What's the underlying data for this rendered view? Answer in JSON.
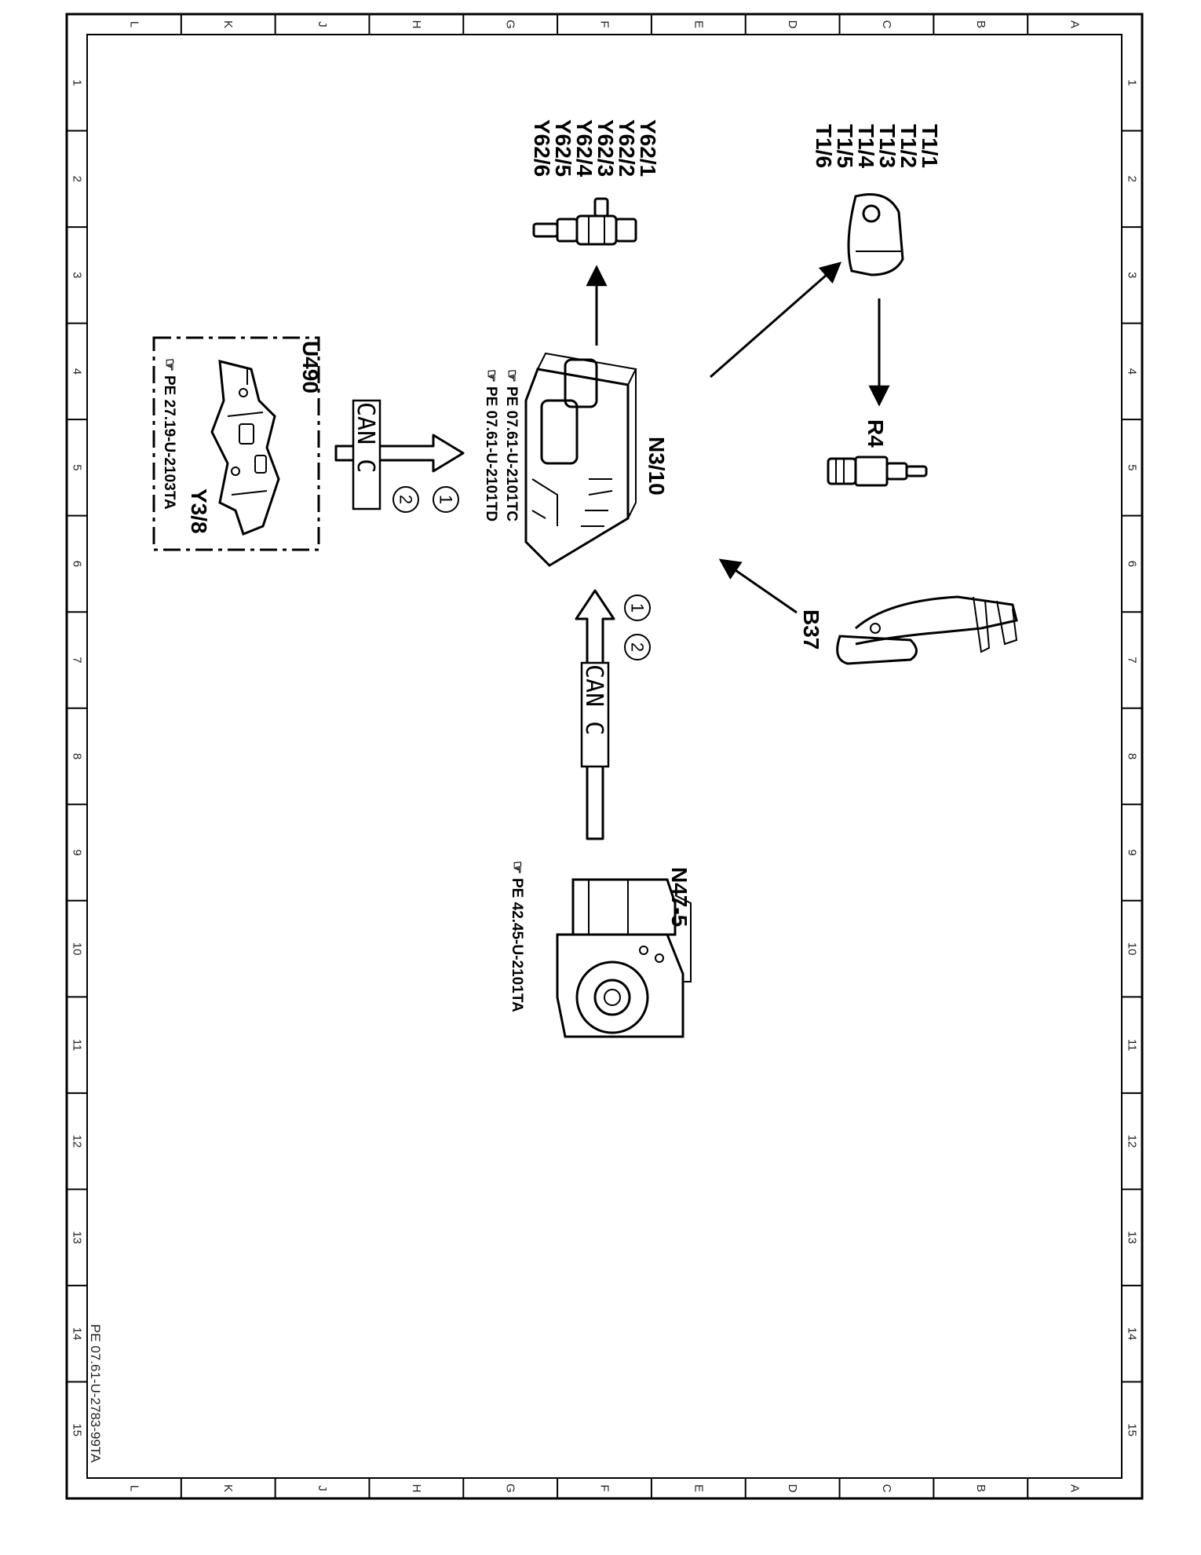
{
  "grid": {
    "columns": [
      "L",
      "K",
      "J",
      "H",
      "G",
      "F",
      "E",
      "D",
      "C",
      "B",
      "A"
    ],
    "rows": [
      "1",
      "2",
      "3",
      "4",
      "5",
      "6",
      "7",
      "8",
      "9",
      "10",
      "11",
      "12",
      "13",
      "14",
      "15"
    ]
  },
  "document_id": "PE 07.61-U-2783-99TA",
  "components": {
    "ecu": {
      "label": "N3/10",
      "refs": [
        "PE  07.61-U-2101TC",
        "PE  07.61-U-2101TD"
      ]
    },
    "injectors": {
      "labels": [
        "Y62/1",
        "Y62/2",
        "Y62/3",
        "Y62/4",
        "Y62/5",
        "Y62/6"
      ]
    },
    "ignition_coils": {
      "labels": [
        "T1/1",
        "T1/2",
        "T1/3",
        "T1/4",
        "T1/5",
        "T1/6"
      ]
    },
    "spark_plug": {
      "label": "R4"
    },
    "pedal": {
      "label": "B37"
    },
    "abs_unit": {
      "label": "N47-5",
      "ref": "PE  42.45-U-2101TA"
    },
    "transmission": {
      "label": "U490",
      "sub_label": "Y3/8",
      "ref": "PE  27.19-U-2103TA"
    }
  },
  "connections": {
    "can_top": {
      "label": "CAN C",
      "markers": [
        "1",
        "2"
      ]
    },
    "can_bottom": {
      "label": "CAN C",
      "markers": [
        "1",
        "2"
      ]
    }
  }
}
